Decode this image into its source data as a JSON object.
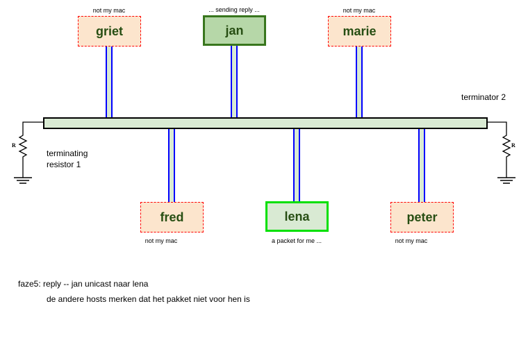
{
  "hosts": [
    {
      "name": "griet",
      "caption": "not my mac"
    },
    {
      "name": "jan",
      "caption": "... sending reply ..."
    },
    {
      "name": "marie",
      "caption": "not my mac"
    },
    {
      "name": "fred",
      "caption": "not my mac"
    },
    {
      "name": "lena",
      "caption": "a packet for me ..."
    },
    {
      "name": "peter",
      "caption": "not my mac"
    }
  ],
  "terminator1": {
    "label_line1": "terminating",
    "label_line2": "resistor 1",
    "resistor": "R"
  },
  "terminator2": {
    "label": "terminator 2",
    "resistor": "R"
  },
  "description": {
    "line1": "faze5: reply -- jan unicast naar lena",
    "line2": "de andere hosts merken dat het pakket niet voor hen is"
  },
  "colors": {
    "cable": "#0000ff",
    "bus": "#d9ead3",
    "sender": "#b6d7a8",
    "receiver_border": "#00e000",
    "other": "#fce5cd"
  }
}
